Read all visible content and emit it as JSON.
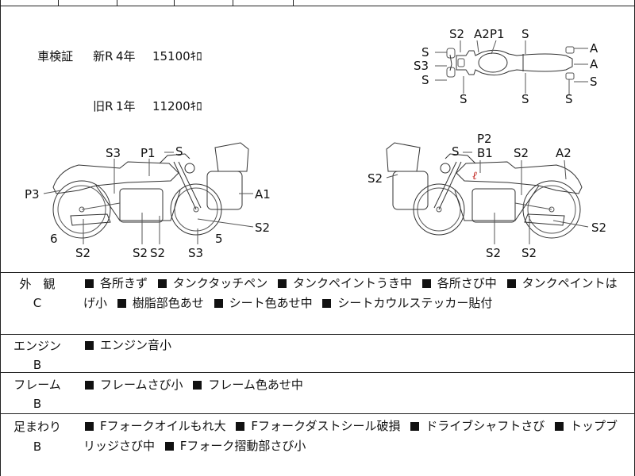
{
  "inspection": {
    "label": "車検証",
    "rows": [
      {
        "grade": "新R",
        "year": "4年",
        "km": "15100ｷﾛ"
      },
      {
        "grade": "旧R",
        "year": "1年",
        "km": "11200ｷﾛ"
      }
    ]
  },
  "left_diagram": {
    "labels": [
      "S3",
      "P1",
      "S",
      "P3",
      "A1",
      "S2",
      "6",
      "5",
      "S2",
      "S2",
      "S2",
      "S3"
    ]
  },
  "right_diagram": {
    "labels": [
      "P2",
      "S",
      "B1",
      "S2",
      "A2",
      "S2",
      "S2",
      "S2",
      "S2"
    ],
    "mark": "ℓ"
  },
  "top_diagram": {
    "labels": [
      "S2",
      "A2",
      "P1",
      "S",
      "S",
      "S3",
      "S",
      "A",
      "A",
      "S",
      "S",
      "S",
      "S"
    ]
  },
  "sections": [
    {
      "category": "外　観",
      "grade": "C",
      "items": [
        "各所きず",
        "タンクタッチペン",
        "タンクペイントうき中",
        "各所さび中",
        "タンクペイントはげ小",
        "樹脂部色あせ",
        "シート色あせ中",
        "シートカウルステッカー貼付"
      ]
    },
    {
      "category": "エンジン",
      "grade": "B",
      "items": [
        "エンジン音小"
      ]
    },
    {
      "category": "フレーム",
      "grade": "B",
      "items": [
        "フレームさび小",
        "フレーム色あせ中"
      ]
    },
    {
      "category": "足まわり",
      "grade": "B",
      "items": [
        "Fフォークオイルもれ大",
        "Fフォークダストシール破損",
        "ドライブシャフトさび",
        "トップブリッジさび中",
        "Fフォーク摺動部さび小"
      ]
    }
  ]
}
